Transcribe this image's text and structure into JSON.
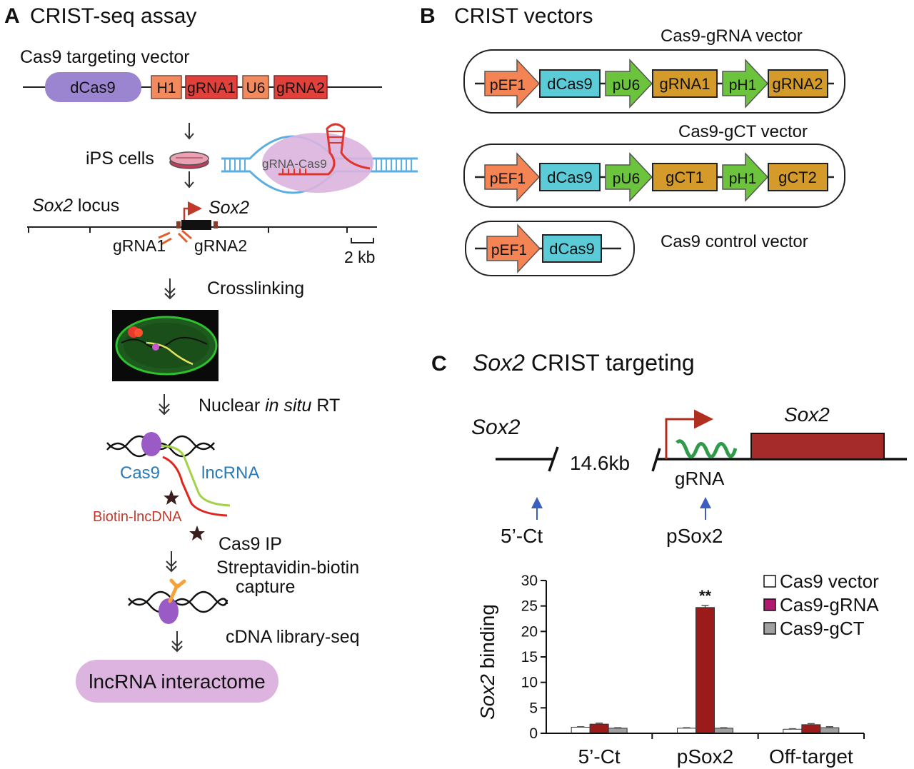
{
  "panelA": {
    "letter": "A",
    "title": "CRIST-seq assay",
    "vector_title": "Cas9 targeting vector",
    "vector_parts": [
      "dCas9",
      "H1",
      "gRNA1",
      "U6",
      "gRNA2"
    ],
    "ips_label": "iPS cells",
    "complex_label": "gRNA-Cas9",
    "locus_gene": "Sox2",
    "locus_suffix": " locus",
    "locus_gene_label": "Sox2",
    "grna1_label": "gRNA1",
    "grna2_label": "gRNA2",
    "scale_label": "2 kb",
    "step_crosslink": "Crosslinking",
    "step_rt_pre": "Nuclear ",
    "step_rt_ital": "in situ",
    "step_rt_post": " RT",
    "cas9_label": "Cas9",
    "lncrna_label": "lncRNA",
    "biotin_label": "Biotin-lncDNA",
    "step_ip": "Cas9 IP",
    "step_strep1": "Streptavidin-biotin",
    "step_strep2": "capture",
    "step_lib": "cDNA library-seq",
    "result": "lncRNA interactome",
    "colors": {
      "purple": "#9b85d1",
      "salmon": "#f28a5e",
      "red": "#e2413b",
      "pink_result": "#dcb4df"
    }
  },
  "panelB": {
    "letter": "B",
    "title": "CRIST vectors",
    "vectors": [
      {
        "name": "Cas9-gRNA vector",
        "parts": [
          "pEF1",
          "dCas9",
          "pU6",
          "gRNA1",
          "pH1",
          "gRNA2"
        ]
      },
      {
        "name": "Cas9-gCT vector",
        "parts": [
          "pEF1",
          "dCas9",
          "pU6",
          "gCT1",
          "pH1",
          "gCT2"
        ]
      },
      {
        "name": "Cas9 control vector",
        "parts": [
          "pEF1",
          "dCas9"
        ]
      }
    ],
    "colors": {
      "orange": "#f58455",
      "cyan": "#5ccbd8",
      "green": "#6cc43c",
      "gold": "#d49b2a"
    }
  },
  "panelC": {
    "letter": "C",
    "title_gene": "Sox2",
    "title_rest": " CRIST targeting",
    "gene_left": "Sox2",
    "gene_right": "Sox2",
    "distance": "14.6kb",
    "grna_label": "gRNA",
    "site1": "5’-Ct",
    "site2": "pSox2",
    "colors": {
      "gene_box": "#a52a2a",
      "grna": "#2e9a4a",
      "arrow": "#3b5fc0"
    }
  },
  "chart_data": {
    "type": "bar",
    "ylabel_gene": "Sox2",
    "ylabel_rest": " binding",
    "ylim": [
      0,
      30
    ],
    "yticks": [
      0,
      5,
      10,
      15,
      20,
      25,
      30
    ],
    "categories": [
      "5’-Ct",
      "pSox2",
      "Off-target"
    ],
    "series": [
      {
        "name": "Cas9 vector",
        "color": "#ffffff",
        "values": [
          1.2,
          1.0,
          0.8
        ],
        "errors": [
          0.1,
          0.1,
          0.1
        ]
      },
      {
        "name": "Cas9-gRNA",
        "color": "#9b1b1b",
        "values": [
          1.8,
          24.7,
          1.7
        ],
        "errors": [
          0.2,
          0.4,
          0.2
        ]
      },
      {
        "name": "Cas9-gCT",
        "color": "#a0a0a0",
        "values": [
          1.0,
          1.0,
          1.1
        ],
        "errors": [
          0.1,
          0.1,
          0.2
        ]
      }
    ],
    "legend_swatch_colors": [
      "#ffffff",
      "#b01870",
      "#a0a0a0"
    ],
    "annotation": "**",
    "legend": "top-right"
  }
}
